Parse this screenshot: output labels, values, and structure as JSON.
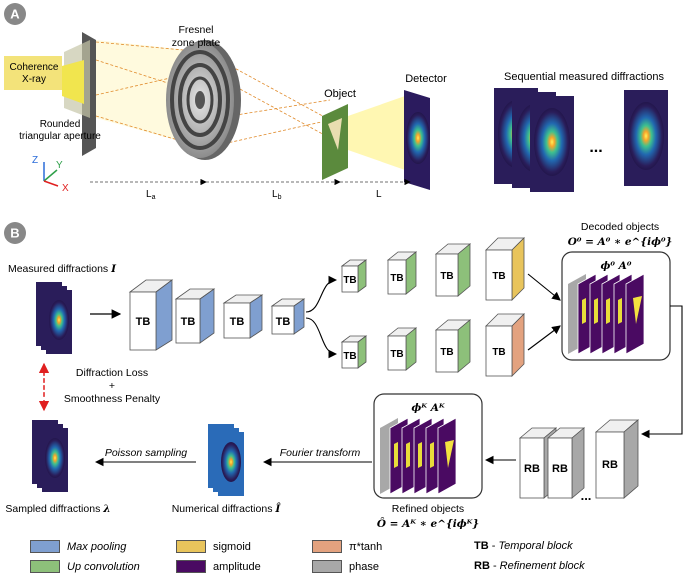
{
  "panel_a": {
    "badge": "A",
    "source_label_1": "Coherence",
    "source_label_2": "X-ray",
    "aperture_label_1": "Rounded",
    "aperture_label_2": "triangular aperture",
    "zone_plate_label_1": "Fresnel",
    "zone_plate_label_2": "zone plate",
    "object_label": "Object",
    "detector_label": "Detector",
    "sequence_label": "Sequential measured diffractions",
    "ellipsis": "...",
    "axes": {
      "z": "Z",
      "y": "Y",
      "x": "X"
    },
    "distances": {
      "la": "L",
      "la_sub": "a",
      "lb": "L",
      "lb_sub": "b",
      "l": "L"
    }
  },
  "panel_b": {
    "badge": "B",
    "measured_label": "Measured diffractions",
    "measured_symbol": "I",
    "loss_line_1": "Diffraction Loss",
    "loss_line_2": "+",
    "loss_line_3": "Smoothness Penalty",
    "sampled_label": "Sampled diffractions",
    "sampled_symbol": "λ",
    "poisson_label": "Poisson sampling",
    "fourier_label": "Fourier transform",
    "numerical_label": "Numerical diffractions",
    "numerical_symbol": "Î",
    "decoded_title": "Decoded objects",
    "decoded_formula": "O⁰ = A⁰ ∗ e^{iϕ⁰}",
    "decoded_inner": "ϕ⁰   A⁰",
    "refined_title": "Refined objects",
    "refined_formula": "Ô = Aᴷ ∗ e^{iϕᴷ}",
    "refined_inner": "ϕᴷ Aᴷ",
    "tb": "TB",
    "rb": "RB",
    "rb_ellipsis": "..."
  },
  "legend": {
    "max_pooling": "Max pooling",
    "up_convolution": "Up convolution",
    "sigmoid": "sigmoid",
    "amplitude": "amplitude",
    "pi_tanh": "π*tanh",
    "phase": "phase",
    "tb_abbr": "TB",
    "tb_desc": "Temporal block",
    "rb_abbr": "RB",
    "rb_desc": "Refinement block",
    "dash": " - "
  },
  "colors": {
    "max_pooling": "#7f9fd0",
    "up_convolution": "#8dc07a",
    "sigmoid": "#e8c45c",
    "amplitude": "#4a0a62",
    "pi_tanh": "#e3a27f",
    "phase": "#a8a8a8",
    "badge": "#888888"
  }
}
